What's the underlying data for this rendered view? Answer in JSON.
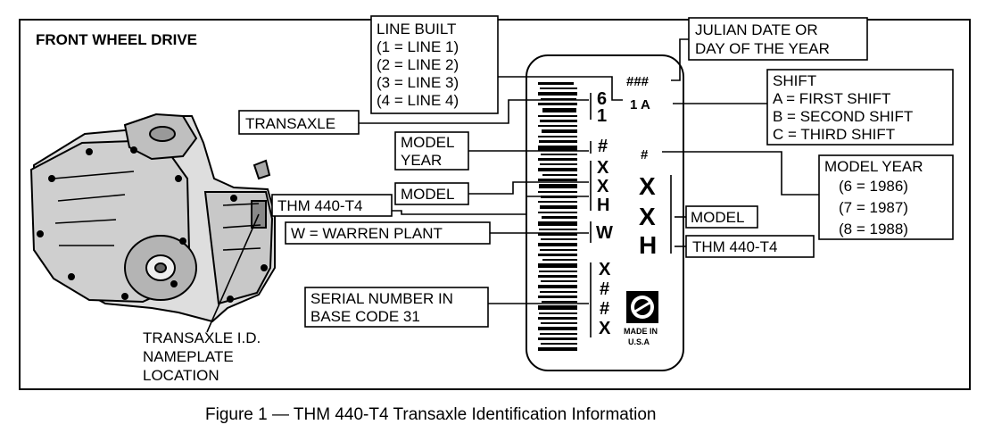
{
  "heading": "FRONT WHEEL DRIVE",
  "caption": "Figure 1 — THM 440-T4 Transaxle Identification Information",
  "transaxle_location": [
    "TRANSAXLE I.D.",
    "NAMEPLATE",
    "LOCATION"
  ],
  "callouts": {
    "line_built": [
      "LINE BUILT",
      "(1 = LINE 1)",
      "(2 = LINE 2)",
      "(3 = LINE 3)",
      "(4 = LINE 4)"
    ],
    "julian": [
      "JULIAN DATE OR",
      "DAY OF THE YEAR"
    ],
    "shift": [
      "SHIFT",
      "A = FIRST SHIFT",
      "B = SECOND SHIFT",
      "C = THIRD SHIFT"
    ],
    "transaxle": "TRANSAXLE",
    "model_year_left": [
      "MODEL",
      "YEAR"
    ],
    "model_year_right": [
      "MODEL YEAR",
      "(6 = 1986)",
      "(7 = 1987)",
      "(8 = 1988)"
    ],
    "model_left": "MODEL",
    "thm_left": "THM 440-T4",
    "warren": "W = WARREN PLANT",
    "model_right": "MODEL",
    "thm_right": "THM 440-T4",
    "serial": [
      "SERIAL NUMBER IN",
      "BASE CODE 31"
    ]
  },
  "plate": {
    "c1_top": "6",
    "c1_bottom": "1",
    "julian_code": "###",
    "line_shift": "1 A",
    "c1_year": "#",
    "c1_model_1": "X",
    "c1_model_2": "X",
    "c1_model_3": "H",
    "c2_year": "#",
    "c2_model_1": "X",
    "c2_model_2": "X",
    "c2_model_3": "H",
    "plant": "W",
    "serial_1": "X",
    "serial_2": "#",
    "serial_3": "#",
    "serial_4": "X",
    "made_in": [
      "MADE IN",
      "U.S.A"
    ]
  }
}
